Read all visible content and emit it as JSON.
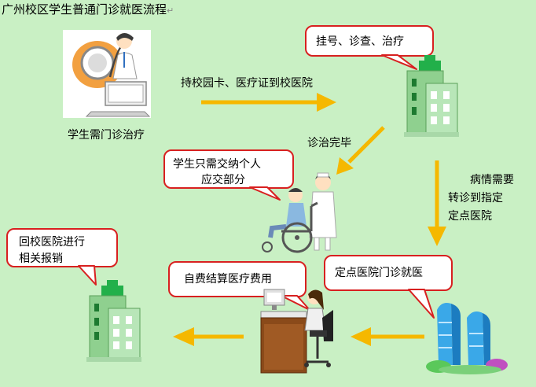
{
  "title": "广州校区学生普通门诊就医流程",
  "title_mark": "↵",
  "nodes": {
    "student_need": "学生需门诊治疗",
    "bring_card": "持校园卡、医疗证到校医院",
    "register": "挂号、诊查、治疗",
    "finished": "诊治完毕",
    "pay_personal_line1": "学生只需交纳个人",
    "pay_personal_line2": "应交部分",
    "transfer_line1": "病情需要",
    "transfer_line2": "转诊到指定",
    "transfer_line3": "定点医院",
    "designated_hospital": "定点医院门诊就医",
    "self_pay": "自费结算医疗费用",
    "reimburse_line1": "回校医院进行",
    "reimburse_line2": "相关报销"
  },
  "colors": {
    "background": "#c9f0c4",
    "bubble_border": "#d82020",
    "arrow": "#f5b800"
  }
}
